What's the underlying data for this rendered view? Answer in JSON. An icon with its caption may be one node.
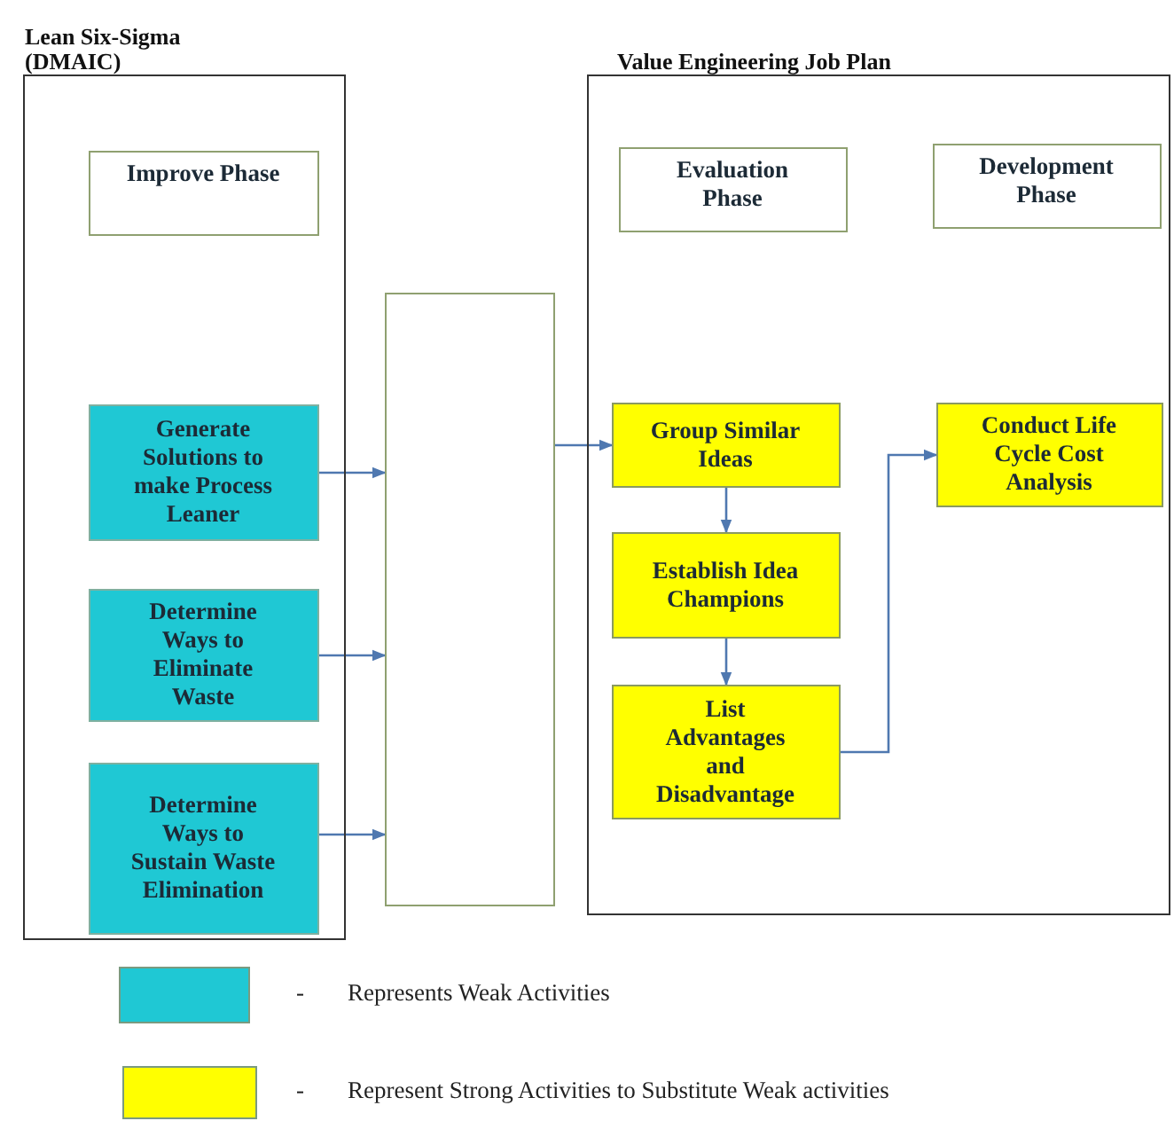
{
  "diagram": {
    "nodes": [
      {
        "text": [
          "Lean Six-Sigma (DMAIC)"
        ]
      },
      {
        "text": [
          "Improve Phase"
        ],
        "in": 0
      },
      {
        "text": [
          "Generate Solutions to make Process Leaner"
        ],
        "in": 0
      },
      {
        "text": [
          "Determine Ways to Eliminate Waste"
        ],
        "in": 0
      },
      {
        "text": [
          "Determine Ways to Sustain Waste Elimination"
        ],
        "in": 0
      },
      {
        "text": [],
        "shape": "box"
      },
      {
        "text": [
          "Value Engineering Job Plan"
        ]
      },
      {
        "text": [
          "Evaluation Phase"
        ],
        "in": 6
      },
      {
        "text": [
          "Development Phase"
        ],
        "in": 6
      },
      {
        "text": [
          "Group Similar Ideas"
        ],
        "in": 6
      },
      {
        "text": [
          "Establish Idea Champions"
        ],
        "in": 6
      },
      {
        "text": [
          "List Advantages and Disadvantage"
        ],
        "in": 6
      },
      {
        "text": [
          "Conduct Life Cycle Cost Analysis"
        ],
        "in": 6
      }
    ],
    "edges": [
      {
        "from": 2,
        "to": 5,
        "arrow": "to"
      },
      {
        "from": 3,
        "to": 5,
        "arrow": "to"
      },
      {
        "from": 4,
        "to": 5,
        "arrow": "to"
      },
      {
        "from": 5,
        "to": 9,
        "arrow": "to"
      },
      {
        "from": 9,
        "to": 10,
        "arrow": "to"
      },
      {
        "from": 10,
        "to": 11,
        "arrow": "to"
      },
      {
        "from": 11,
        "to": 12,
        "arrow": "to"
      }
    ],
    "labels": [
      "-",
      "-"
    ],
    "legend": [
      {
        "text": "Represents Weak Activities",
        "color": "#1fc8d4"
      },
      {
        "text": "Represent Strong Activities to Substitute Weak activities",
        "color": "#ffff00"
      }
    ]
  }
}
